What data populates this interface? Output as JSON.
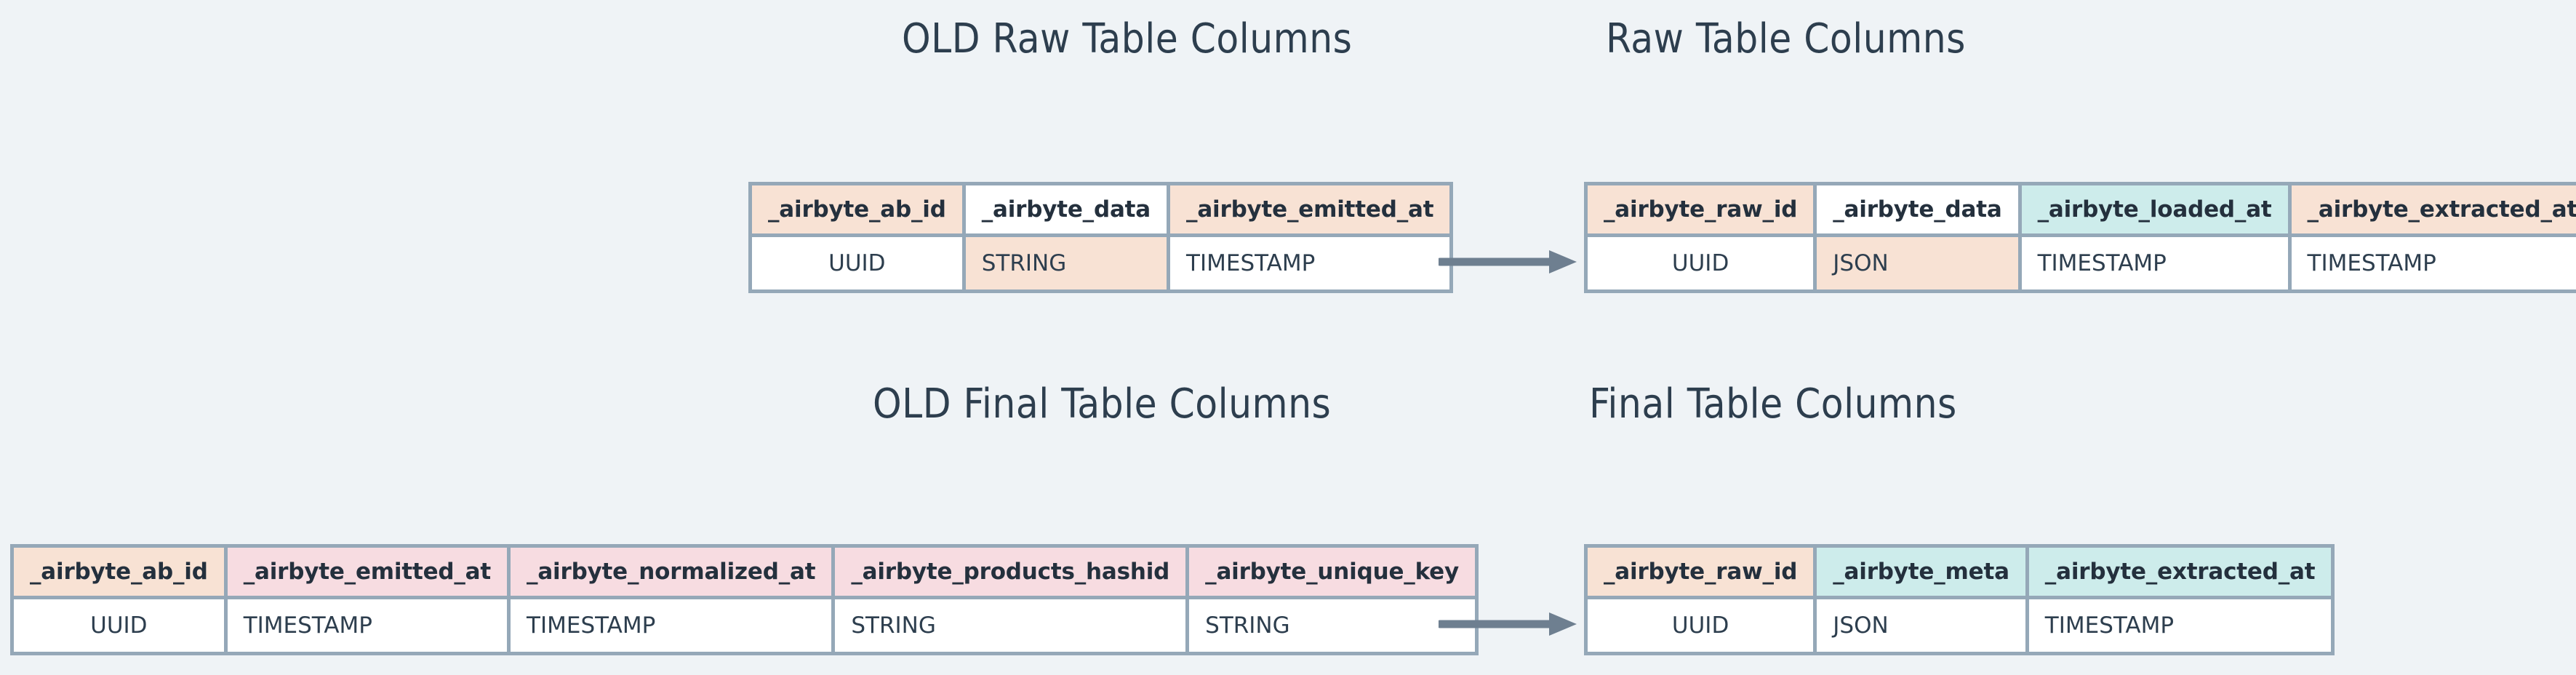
{
  "background_color": "#eff3f6",
  "palette": {
    "peach": "#f8e2d4",
    "teal": "#cdeceb",
    "pink": "#f7dce1",
    "border": "#95a8b8",
    "text": "#2d3e4e",
    "arrow": "#6e7f90"
  },
  "sections": {
    "old_raw": {
      "title": "OLD Raw Table Columns",
      "columns": [
        {
          "name": "_airbyte_ab_id",
          "type": "UUID",
          "header_color": "peach",
          "cell_color": "white"
        },
        {
          "name": "_airbyte_data",
          "type": "STRING",
          "header_color": "white",
          "cell_color": "peach"
        },
        {
          "name": "_airbyte_emitted_at",
          "type": "TIMESTAMP",
          "header_color": "peach",
          "cell_color": "white"
        }
      ]
    },
    "new_raw": {
      "title": "Raw Table Columns",
      "columns": [
        {
          "name": "_airbyte_raw_id",
          "type": "UUID",
          "header_color": "peach",
          "cell_color": "white"
        },
        {
          "name": "_airbyte_data",
          "type": "JSON",
          "header_color": "white",
          "cell_color": "peach"
        },
        {
          "name": "_airbyte_loaded_at",
          "type": "TIMESTAMP",
          "header_color": "teal",
          "cell_color": "white"
        },
        {
          "name": "_airbyte_extracted_at",
          "type": "TIMESTAMP",
          "header_color": "peach",
          "cell_color": "white"
        }
      ]
    },
    "old_final": {
      "title": "OLD Final Table Columns",
      "columns": [
        {
          "name": "_airbyte_ab_id",
          "type": "UUID",
          "header_color": "peach",
          "cell_color": "white"
        },
        {
          "name": "_airbyte_emitted_at",
          "type": "TIMESTAMP",
          "header_color": "pink",
          "cell_color": "white"
        },
        {
          "name": "_airbyte_normalized_at",
          "type": "TIMESTAMP",
          "header_color": "pink",
          "cell_color": "white"
        },
        {
          "name": "_airbyte_products_hashid",
          "type": "STRING",
          "header_color": "pink",
          "cell_color": "white"
        },
        {
          "name": "_airbyte_unique_key",
          "type": "STRING",
          "header_color": "pink",
          "cell_color": "white"
        }
      ]
    },
    "new_final": {
      "title": "Final Table Columns",
      "columns": [
        {
          "name": "_airbyte_raw_id",
          "type": "UUID",
          "header_color": "peach",
          "cell_color": "white"
        },
        {
          "name": "_airbyte_meta",
          "type": "JSON",
          "header_color": "teal",
          "cell_color": "white"
        },
        {
          "name": "_airbyte_extracted_at",
          "type": "TIMESTAMP",
          "header_color": "teal",
          "cell_color": "white"
        }
      ]
    }
  },
  "arrows": [
    {
      "name": "raw-transition-arrow",
      "direction": "right"
    },
    {
      "name": "final-transition-arrow",
      "direction": "right"
    }
  ]
}
